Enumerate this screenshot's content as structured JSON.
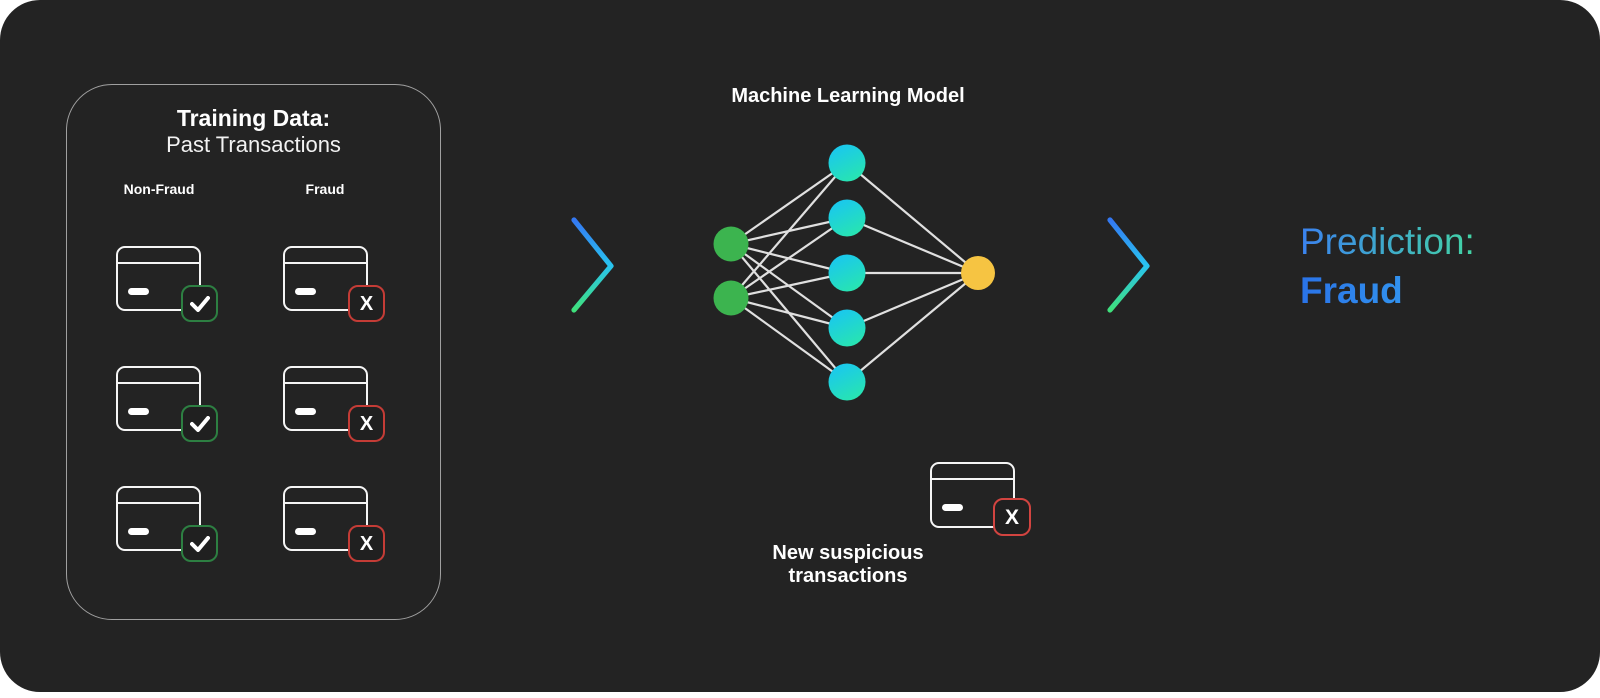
{
  "colors": {
    "canvas_bg": "#232323",
    "panel_border": "#a0a0a0",
    "card_outline": "#f5f5f5",
    "check_green": "#2d7f42",
    "x_red": "#c43c36",
    "suspicious_x_red": "#d24440",
    "input_node_green": "#3cb44f",
    "hidden_node_cyan_from": "#19c6f2",
    "hidden_node_cyan_to": "#28e5af",
    "output_node_yellow": "#f6c442",
    "edge_gray": "#e0e0e0",
    "arrow_blue": "#3478f2",
    "arrow_cyan": "#29c3f0",
    "arrow_green": "#3fe07c",
    "prediction_gradient_from": "#3b82f0",
    "prediction_gradient_to": "#43d4a4",
    "fraud_gradient_from": "#2a73e8",
    "fraud_gradient_to": "#37a8f2"
  },
  "training": {
    "title": "Training Data:",
    "subtitle": "Past Transactions",
    "columns": [
      {
        "label": "Non-Fraud",
        "badge": "check"
      },
      {
        "label": "Fraud",
        "badge": "x"
      }
    ],
    "cards": [
      {
        "row": 1,
        "column": "Non-Fraud",
        "badge": "check"
      },
      {
        "row": 1,
        "column": "Fraud",
        "badge": "x"
      },
      {
        "row": 2,
        "column": "Non-Fraud",
        "badge": "check"
      },
      {
        "row": 2,
        "column": "Fraud",
        "badge": "x"
      },
      {
        "row": 3,
        "column": "Non-Fraud",
        "badge": "check"
      },
      {
        "row": 3,
        "column": "Fraud",
        "badge": "x"
      }
    ]
  },
  "ml": {
    "title": "Machine Learning Model",
    "network": {
      "input_nodes": [
        [
          36,
          109
        ],
        [
          36,
          163
        ]
      ],
      "hidden_nodes": [
        [
          152,
          28
        ],
        [
          152,
          83
        ],
        [
          152,
          138
        ],
        [
          152,
          193
        ],
        [
          152,
          247
        ]
      ],
      "output_nodes": [
        [
          283,
          138
        ]
      ],
      "input_radius": 17.5,
      "hidden_radius": 18.5,
      "output_radius": 17
    }
  },
  "newtx": {
    "line1": "New suspicious",
    "line2": "transactions"
  },
  "prediction": {
    "label": "Prediction:",
    "value": "Fraud"
  },
  "icons": {
    "x_glyph": "X"
  }
}
